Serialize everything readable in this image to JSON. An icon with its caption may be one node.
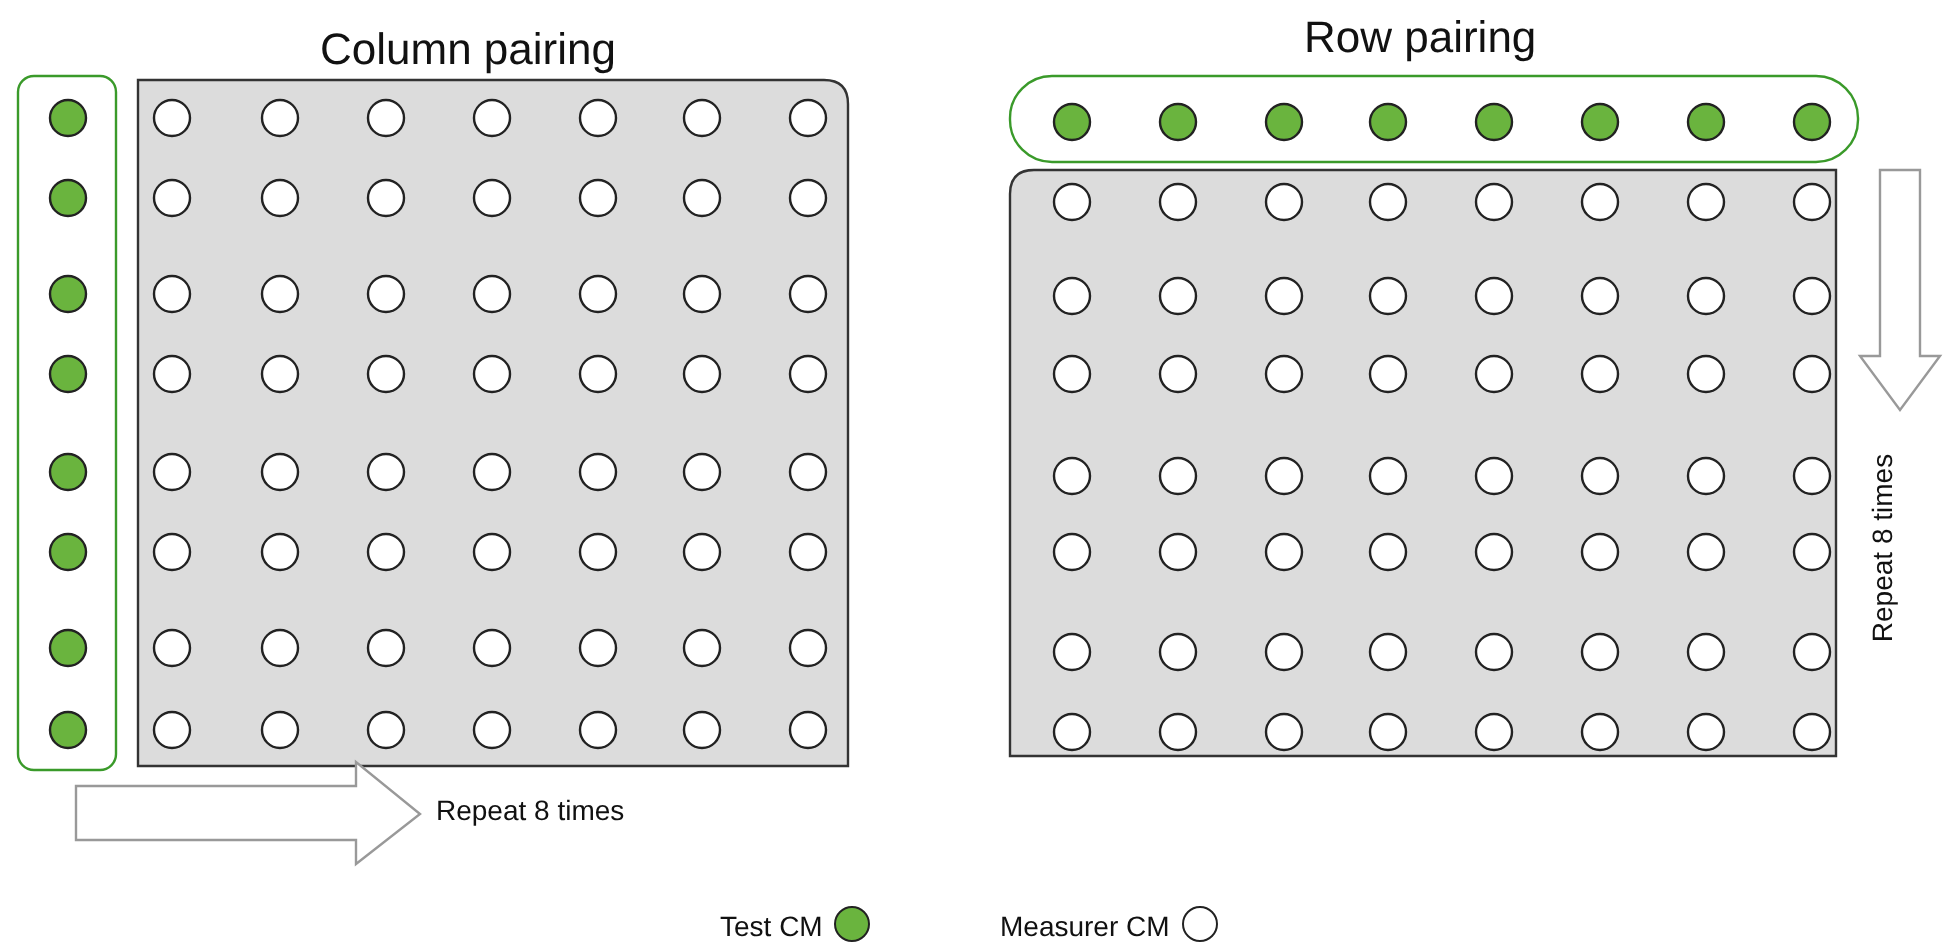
{
  "diagram": {
    "labels": [
      "Column pairing",
      "Row pairing",
      "Repeat 8 times",
      "Repeat 8 times"
    ],
    "legend": [
      {
        "text": "Test CM",
        "color": "#6ab43e"
      },
      {
        "text": "Measurer CM",
        "color": "#ffffff"
      }
    ]
  }
}
